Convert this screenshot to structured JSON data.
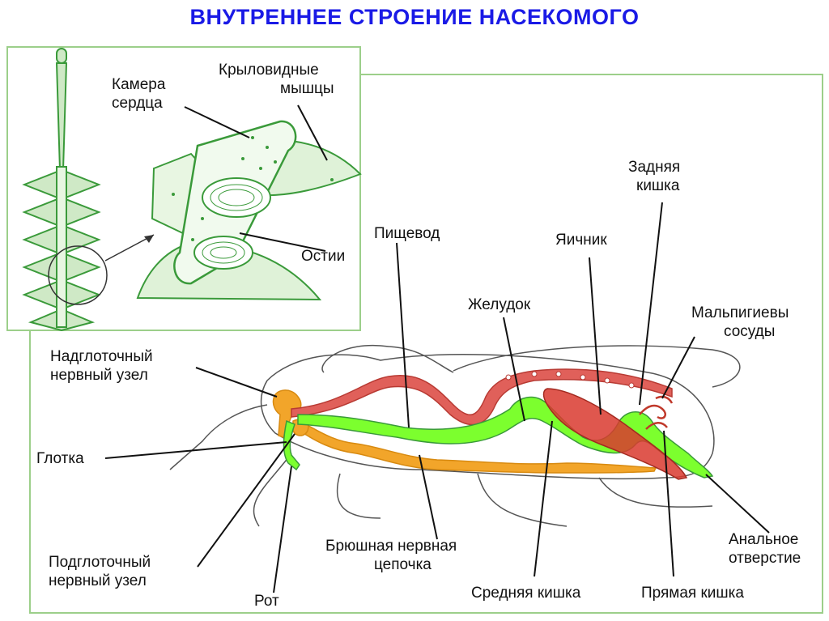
{
  "title": "ВНУТРЕННЕЕ СТРОЕНИЕ НАСЕКОМОГО",
  "colors": {
    "title": "#1a1ae6",
    "frame": "#9ccf8a",
    "heart_green": "#3a9a3a",
    "gut_green": "#7cff2e",
    "aorta_red": "#e0605a",
    "ovary_red": "#d93a2f",
    "nerve_orange": "#f2a52a",
    "outline": "#555555"
  },
  "labels": {
    "heart_chamber": [
      "Камера",
      "сердца"
    ],
    "wing_muscles": [
      "Крыловидные",
      "мышцы"
    ],
    "ostia": [
      "Остии"
    ],
    "esophagus": [
      "Пищевод"
    ],
    "hindgut": [
      "Задняя",
      "кишка"
    ],
    "ovary": [
      "Яичник"
    ],
    "stomach": [
      "Желудок"
    ],
    "malpighian": [
      "Мальпигиевы",
      "сосуды"
    ],
    "supraesophageal": [
      "Надглоточный",
      "нервный узел"
    ],
    "pharynx": [
      "Глотка"
    ],
    "subesophageal": [
      "Подглоточный",
      "нервный узел"
    ],
    "mouth": [
      "Рот"
    ],
    "ventral_cord": [
      "Брюшная нервная",
      "цепочка"
    ],
    "midgut": [
      "Средняя кишка"
    ],
    "rectum": [
      "Прямая кишка"
    ],
    "anus": [
      "Анальное",
      "отверстие"
    ]
  }
}
